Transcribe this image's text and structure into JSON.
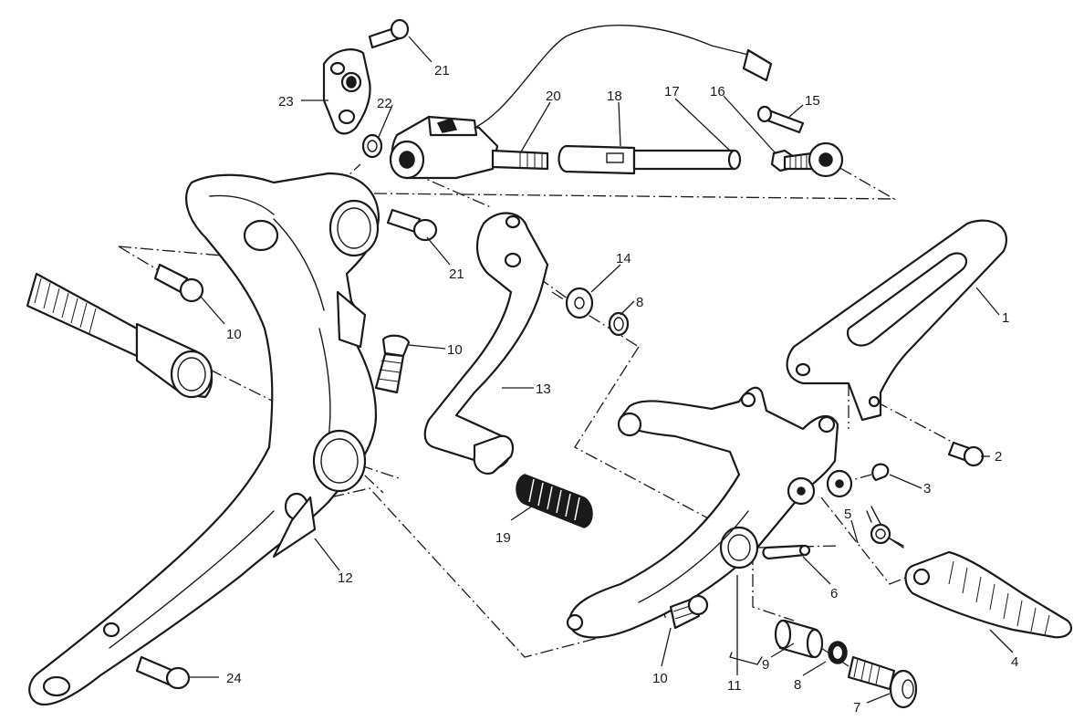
{
  "callouts": [
    {
      "id": "c1",
      "label": "1"
    },
    {
      "id": "c2",
      "label": "2"
    },
    {
      "id": "c3",
      "label": "3"
    },
    {
      "id": "c4",
      "label": "4"
    },
    {
      "id": "c5",
      "label": "5"
    },
    {
      "id": "c6",
      "label": "6"
    },
    {
      "id": "c7",
      "label": "7"
    },
    {
      "id": "c8a",
      "label": "8"
    },
    {
      "id": "c8b",
      "label": "8"
    },
    {
      "id": "c9",
      "label": "9"
    },
    {
      "id": "c10a",
      "label": "10"
    },
    {
      "id": "c10b",
      "label": "10"
    },
    {
      "id": "c10c",
      "label": "10"
    },
    {
      "id": "c11",
      "label": "11"
    },
    {
      "id": "c12",
      "label": "12"
    },
    {
      "id": "c13",
      "label": "13"
    },
    {
      "id": "c14",
      "label": "14"
    },
    {
      "id": "c15",
      "label": "15"
    },
    {
      "id": "c16",
      "label": "16"
    },
    {
      "id": "c17",
      "label": "17"
    },
    {
      "id": "c18",
      "label": "18"
    },
    {
      "id": "c19",
      "label": "19"
    },
    {
      "id": "c20",
      "label": "20"
    },
    {
      "id": "c21a",
      "label": "21"
    },
    {
      "id": "c21b",
      "label": "21"
    },
    {
      "id": "c22",
      "label": "22"
    },
    {
      "id": "c23",
      "label": "23"
    },
    {
      "id": "c24",
      "label": "24"
    }
  ]
}
